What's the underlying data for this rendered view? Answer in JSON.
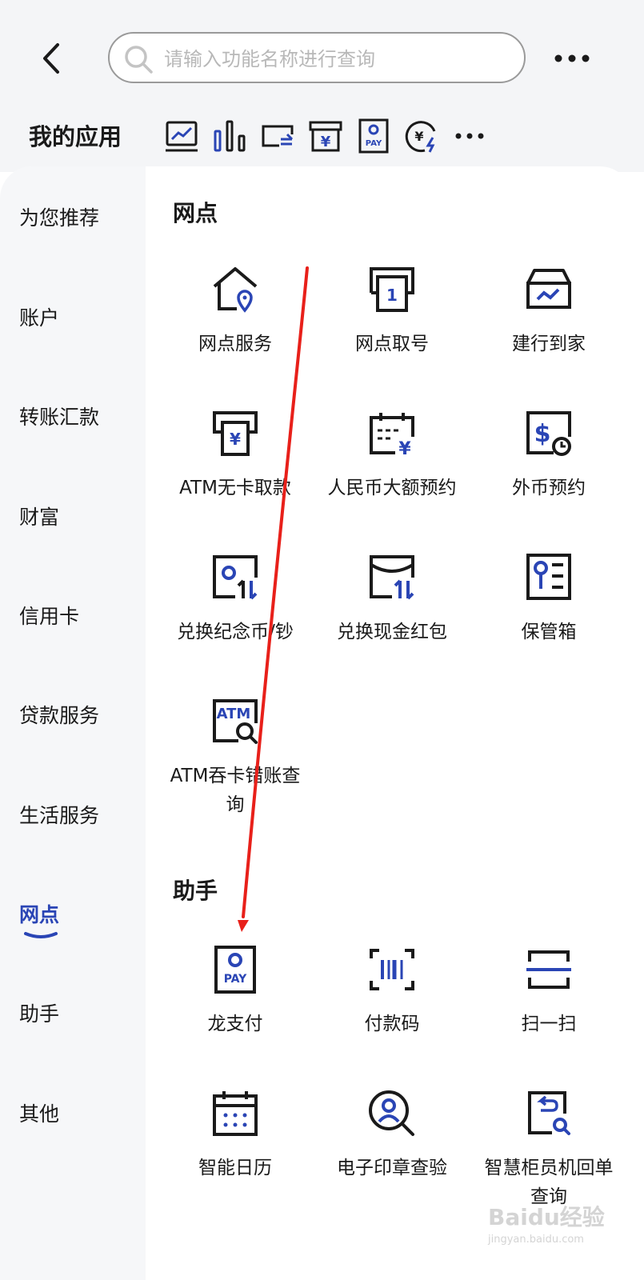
{
  "search": {
    "placeholder": "请输入功能名称进行查询"
  },
  "my_apps": {
    "title": "我的应用",
    "icons": [
      "trend-chart-icon",
      "bar-chart-icon",
      "card-transfer-icon",
      "yuan-box-icon",
      "longpay-icon",
      "yuan-exchange-icon",
      "more-icon"
    ]
  },
  "sidebar": {
    "items": [
      {
        "label": "为您推荐"
      },
      {
        "label": "账户"
      },
      {
        "label": "转账汇款"
      },
      {
        "label": "财富"
      },
      {
        "label": "信用卡"
      },
      {
        "label": "贷款服务"
      },
      {
        "label": "生活服务"
      },
      {
        "label": "网点"
      },
      {
        "label": "助手"
      },
      {
        "label": "其他"
      }
    ],
    "active": "网点"
  },
  "sections": [
    {
      "title": "网点",
      "items": [
        {
          "label": "网点服务",
          "icon": "house-location-icon"
        },
        {
          "label": "网点取号",
          "icon": "queue-ticket-icon"
        },
        {
          "label": "建行到家",
          "icon": "box-delivery-icon"
        },
        {
          "label": "ATM无卡取款",
          "icon": "atm-cash-icon"
        },
        {
          "label": "人民币大额预约",
          "icon": "calendar-yuan-icon"
        },
        {
          "label": "外币预约",
          "icon": "dollar-clock-icon"
        },
        {
          "label": "兑换纪念币/钞",
          "icon": "coin-exchange-icon"
        },
        {
          "label": "兑换现金红包",
          "icon": "red-envelope-exchange-icon"
        },
        {
          "label": "保管箱",
          "icon": "safe-box-icon"
        },
        {
          "label": "ATM吞卡错账查询",
          "icon": "atm-search-icon"
        }
      ]
    },
    {
      "title": "助手",
      "items": [
        {
          "label": "龙支付",
          "icon": "longpay-icon"
        },
        {
          "label": "付款码",
          "icon": "barcode-icon"
        },
        {
          "label": "扫一扫",
          "icon": "scan-icon"
        },
        {
          "label": "智能日历",
          "icon": "calendar-icon"
        },
        {
          "label": "电子印章查验",
          "icon": "seal-search-icon"
        },
        {
          "label": "智慧柜员机回单查询",
          "icon": "receipt-search-icon"
        }
      ]
    }
  ],
  "watermark": {
    "text": "Baidu经验",
    "sub": "jingyan.baidu.com"
  },
  "colors": {
    "accent": "#2a45b5",
    "icon_dark": "#1a1a1a",
    "arrow": "#e8201a"
  }
}
